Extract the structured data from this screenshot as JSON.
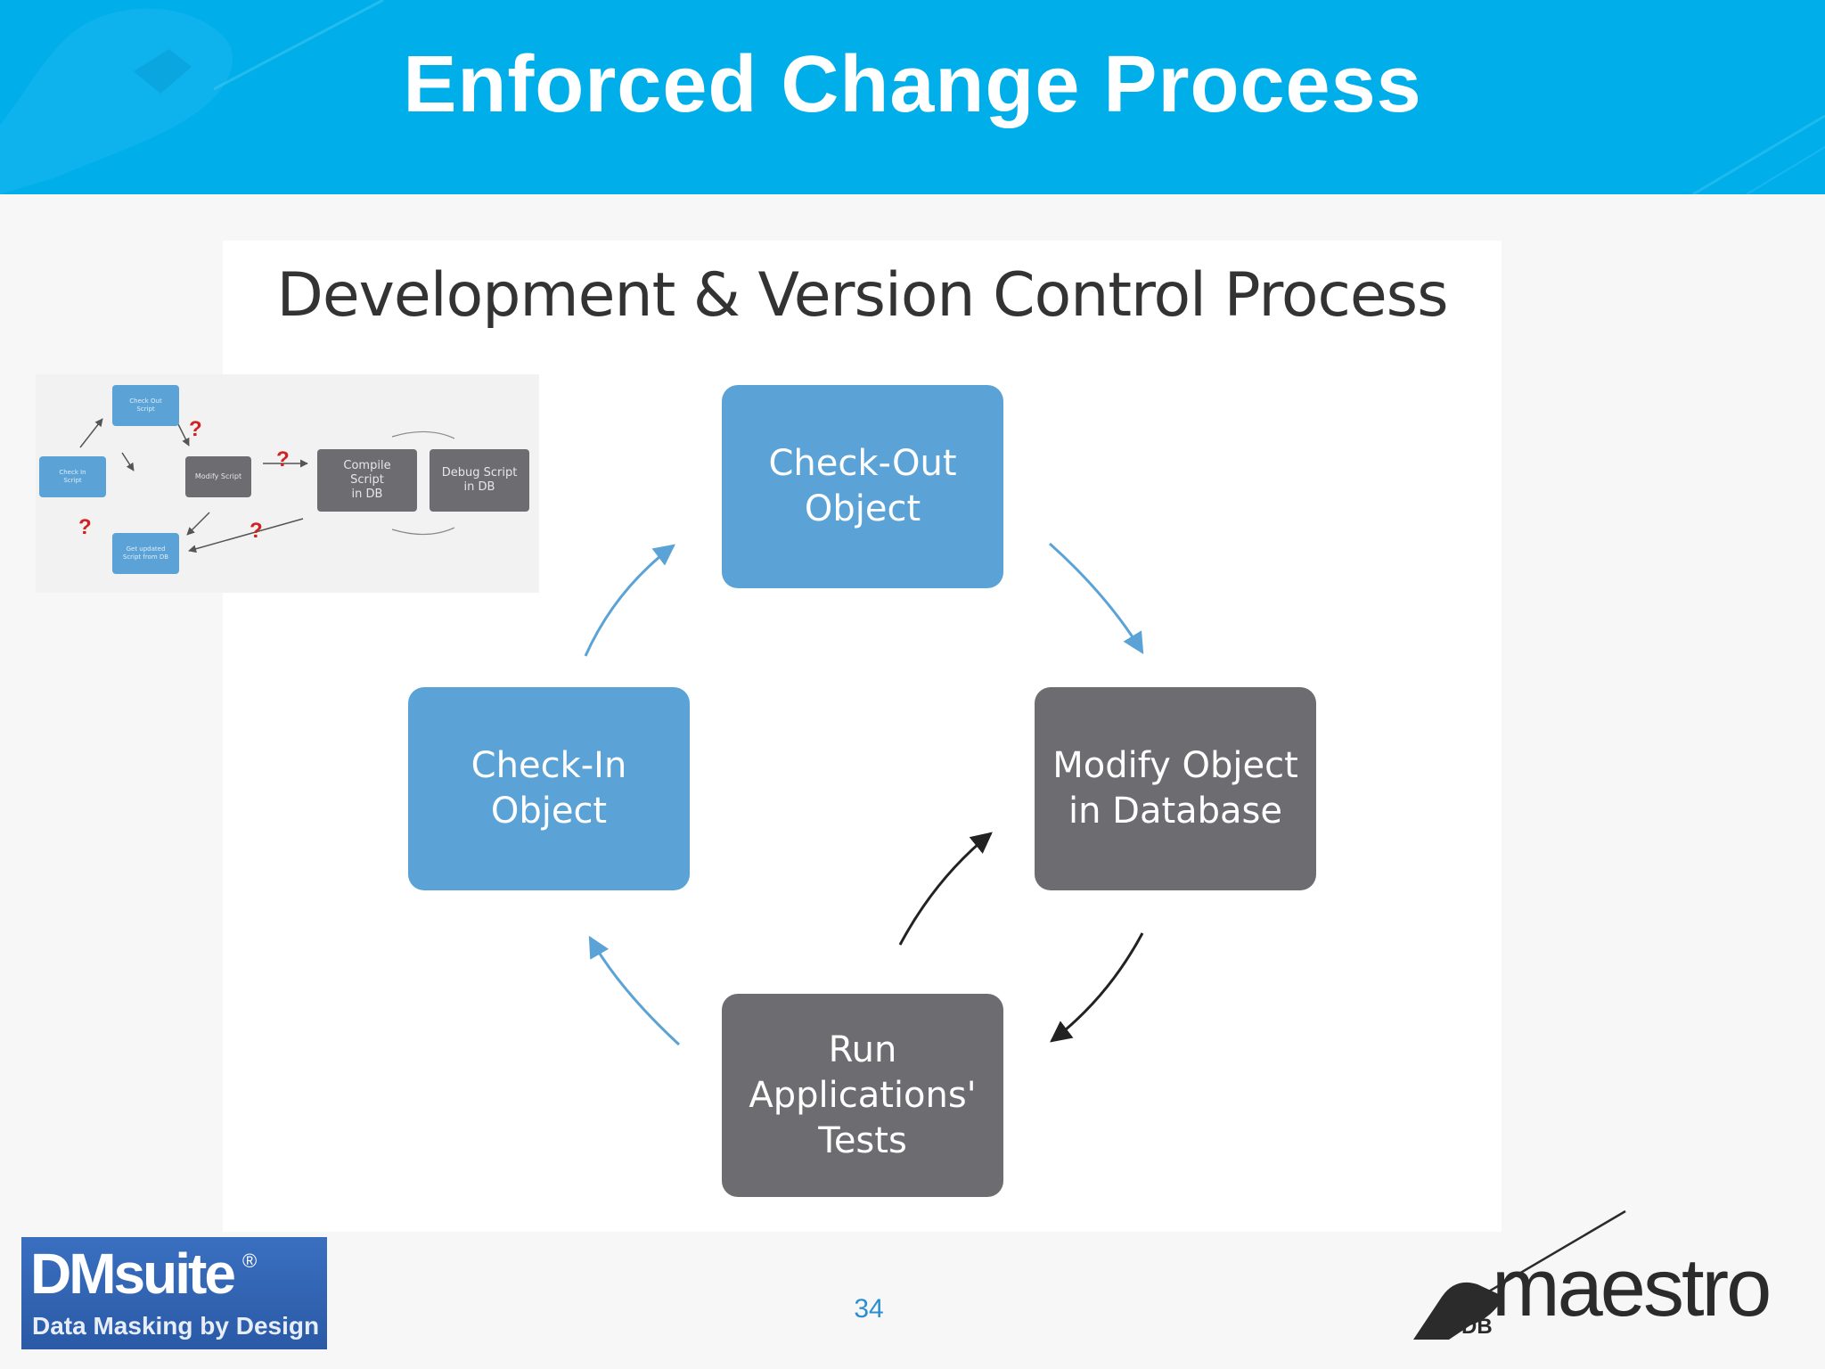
{
  "slide": {
    "title": "Enforced Change Process",
    "page_number": "34"
  },
  "diagram": {
    "title": "Development & Version Control Process",
    "nodes": [
      {
        "id": "checkout",
        "label": "Check-Out\nObject",
        "color": "#5ba3d6"
      },
      {
        "id": "modify",
        "label": "Modify Object\nin Database",
        "color": "#6d6c70"
      },
      {
        "id": "run-tests",
        "label": "Run\nApplications'\nTests",
        "color": "#6d6c70"
      },
      {
        "id": "checkin",
        "label": "Check-In\nObject",
        "color": "#5ba3d6"
      }
    ],
    "edges": [
      {
        "from": "checkin",
        "to": "checkout",
        "color": "#5ba3d6"
      },
      {
        "from": "checkout",
        "to": "modify",
        "color": "#5ba3d6"
      },
      {
        "from": "modify",
        "to": "run-tests",
        "color": "#222222"
      },
      {
        "from": "run-tests",
        "to": "modify",
        "color": "#222222"
      },
      {
        "from": "run-tests",
        "to": "checkin",
        "color": "#5ba3d6"
      }
    ]
  },
  "thumbnail": {
    "nodes": [
      {
        "id": "t-checkout",
        "label": "Check Out\nScript"
      },
      {
        "id": "t-checkin",
        "label": "Check In\nScript"
      },
      {
        "id": "t-modify",
        "label": "Modify Script"
      },
      {
        "id": "t-compile",
        "label": "Compile\nScript\nin DB"
      },
      {
        "id": "t-debug",
        "label": "Debug Script\nin DB"
      },
      {
        "id": "t-getupdated",
        "label": "Get updated\nScript from DB"
      }
    ],
    "question_mark": "?",
    "question_color": "#d42020"
  },
  "logos": {
    "dmsuite": {
      "name": "DMsuite",
      "registered": "®",
      "tagline": "Data Masking by Design"
    },
    "dbmaestro": {
      "prefix": "DB",
      "name": "maestro"
    }
  }
}
